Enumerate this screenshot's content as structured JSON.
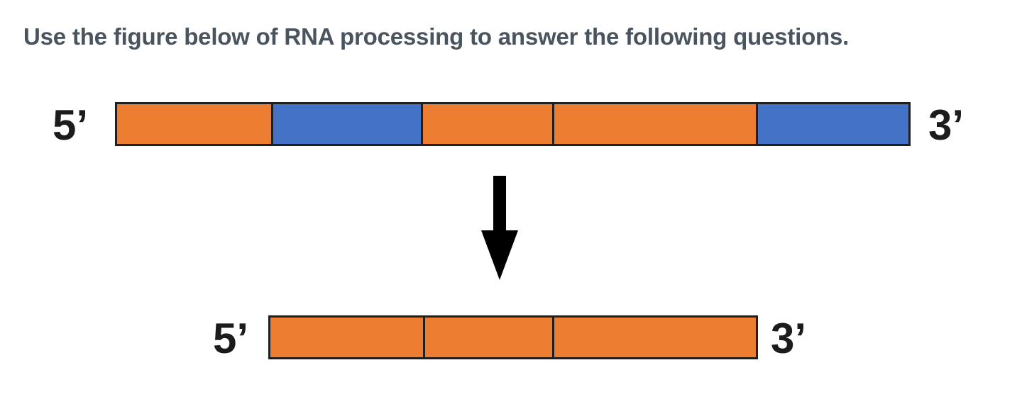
{
  "title": "Use the figure below of RNA processing to answer the following questions.",
  "colors": {
    "exon_orange": "#ED7D31",
    "intron_blue": "#4472C4",
    "outline": "#1F1F1F",
    "title_text": "#49545F",
    "arrow_black": "#000000"
  },
  "icons": {
    "processing_arrow": "down-arrow"
  },
  "pre_mrna": {
    "five_prime_label": "5’",
    "three_prime_label": "3’",
    "segments": [
      {
        "kind": "exon",
        "color_key": "exon_orange",
        "width_pct": 19.45
      },
      {
        "kind": "intron",
        "color_key": "intron_blue",
        "width_pct": 18.91
      },
      {
        "kind": "exon",
        "color_key": "exon_orange",
        "width_pct": 16.59
      },
      {
        "kind": "exon",
        "color_key": "exon_orange",
        "width_pct": 25.78
      },
      {
        "kind": "intron",
        "color_key": "intron_blue",
        "width_pct": 19.27
      }
    ]
  },
  "mature_mrna": {
    "five_prime_label": "5’",
    "three_prime_label": "3’",
    "segments": [
      {
        "kind": "exon",
        "color_key": "exon_orange",
        "width_pct": 31.45
      },
      {
        "kind": "exon",
        "color_key": "exon_orange",
        "width_pct": 26.52
      },
      {
        "kind": "exon",
        "color_key": "exon_orange",
        "width_pct": 42.03
      }
    ]
  }
}
